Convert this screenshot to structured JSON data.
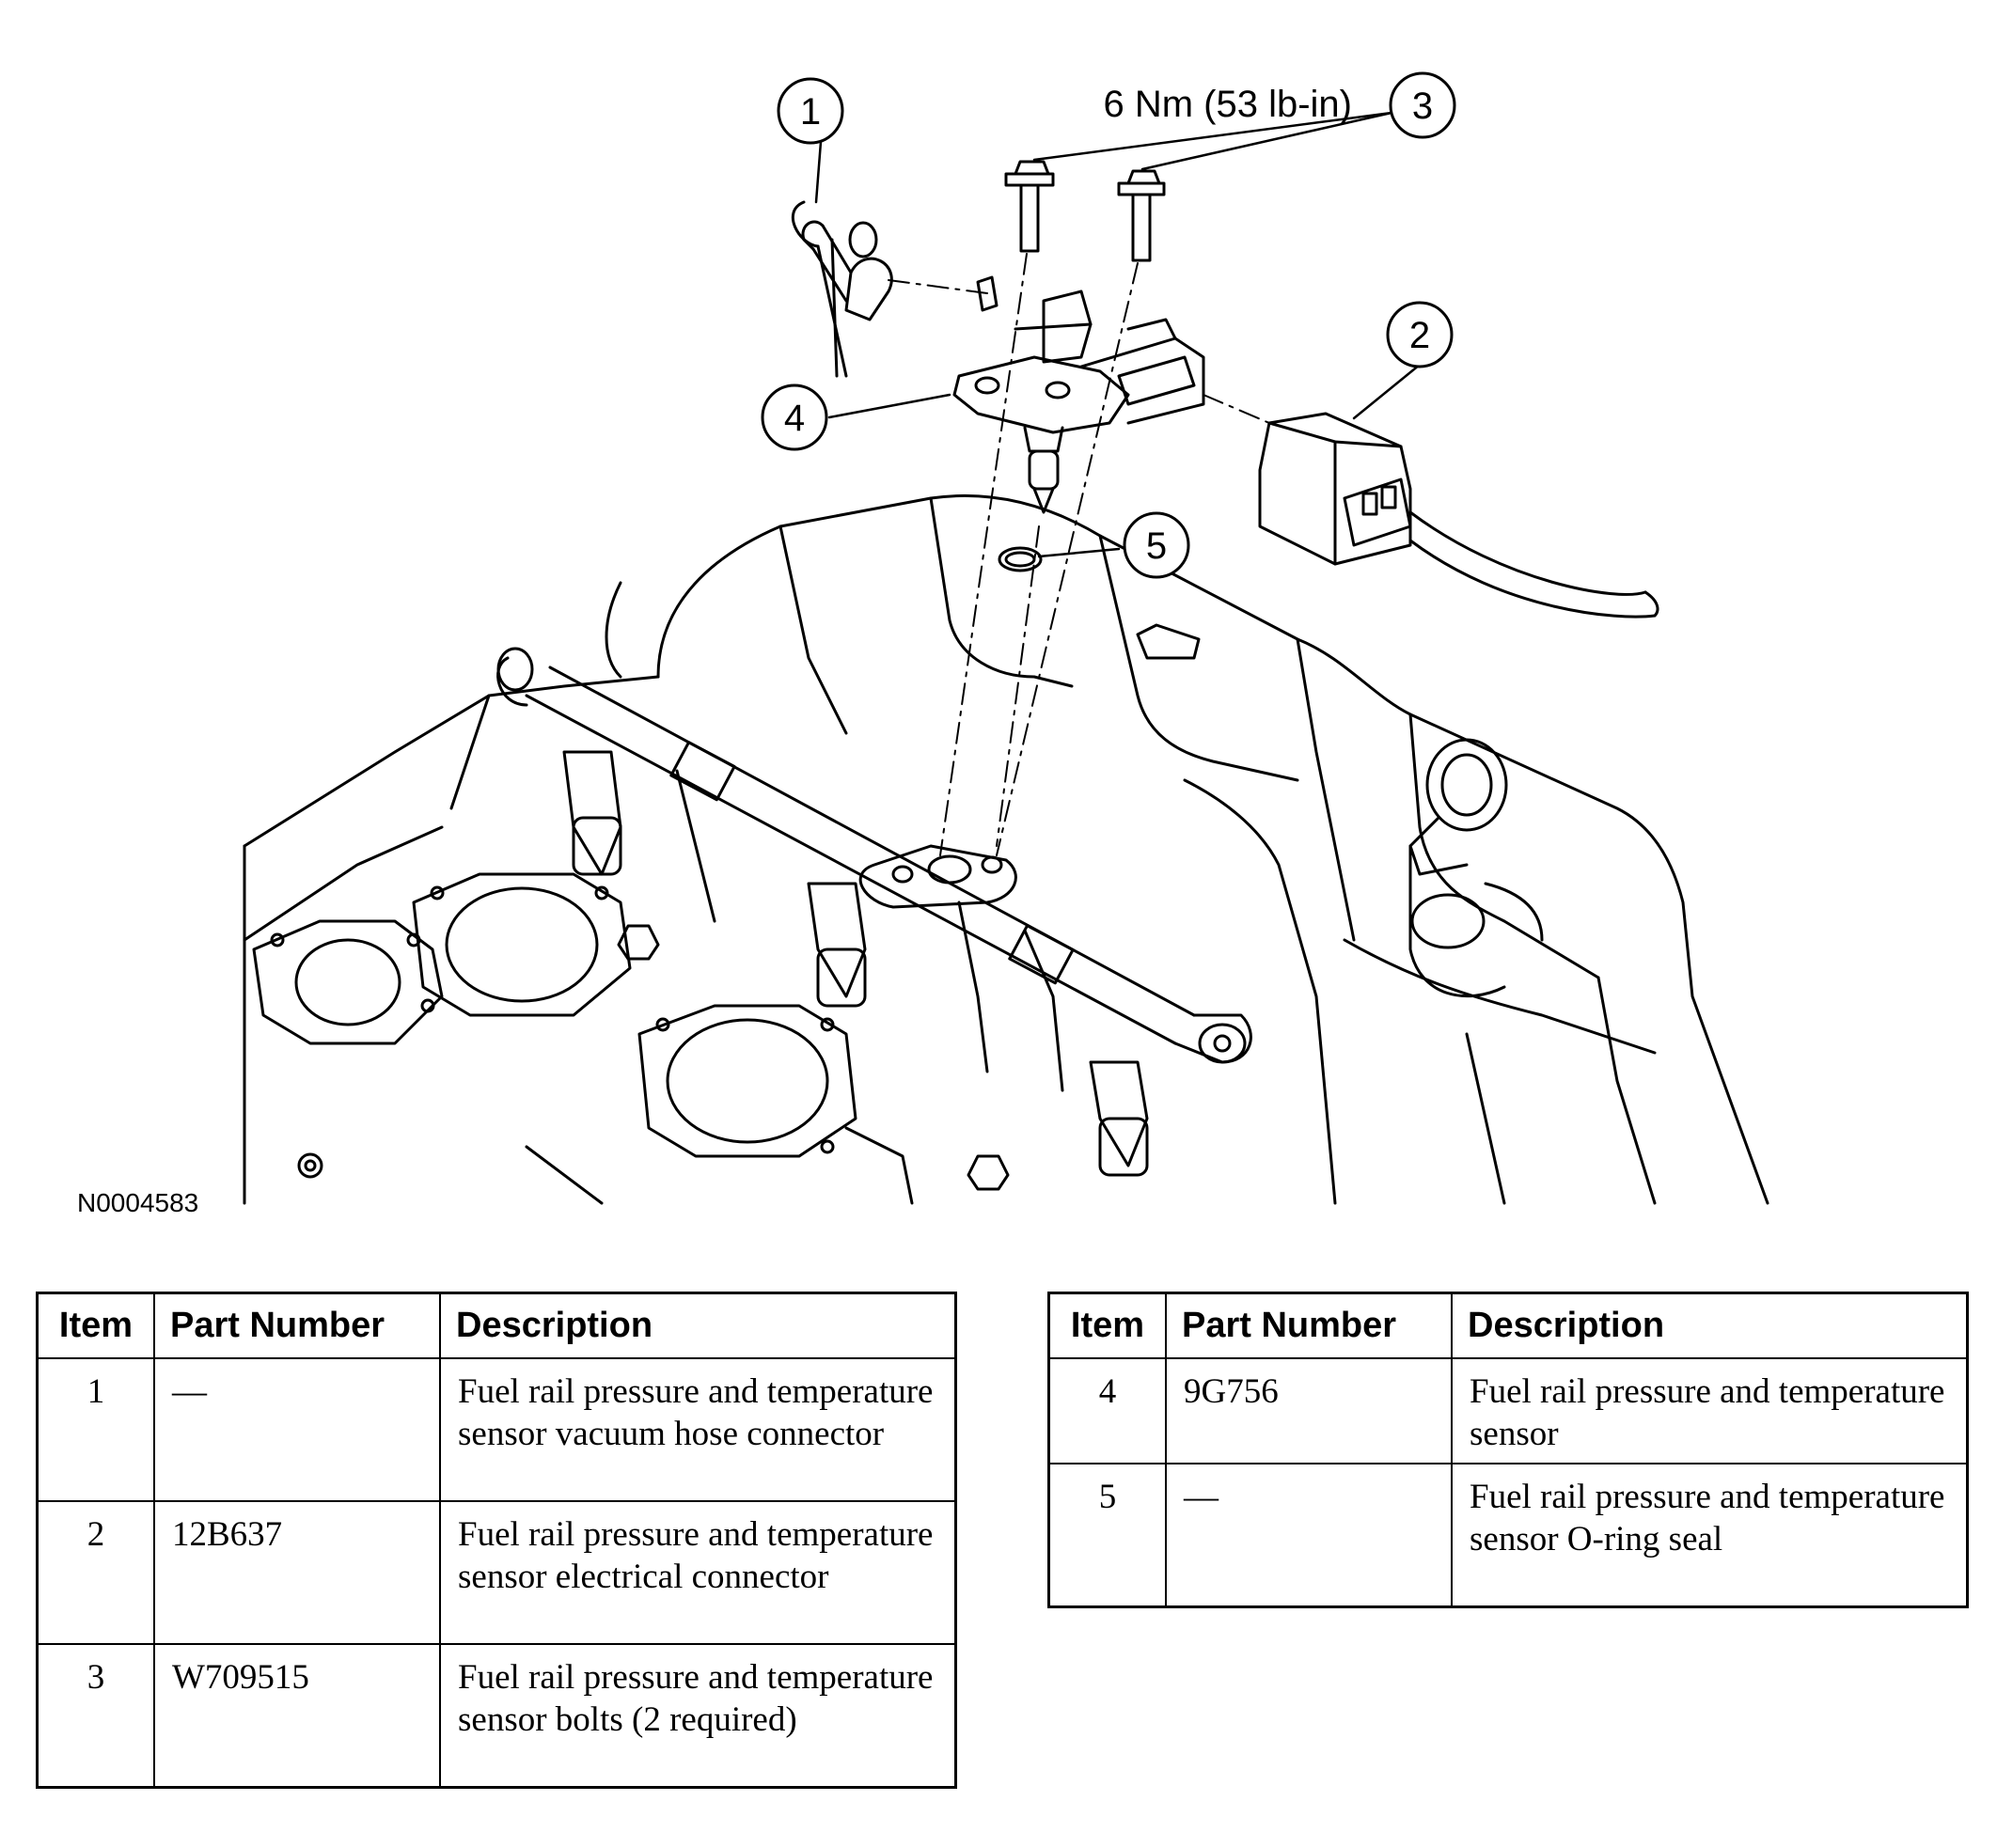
{
  "figure": {
    "id": "N0004583",
    "callouts": [
      "1",
      "2",
      "3",
      "4",
      "5"
    ],
    "torque_label": "6 Nm (53 lb-in)"
  },
  "tables": [
    {
      "headers": [
        "Item",
        "Part Number",
        "Description"
      ],
      "rows": [
        {
          "item": "1",
          "part": "—",
          "desc": "Fuel rail pressure and temperature sensor vacuum hose connector"
        },
        {
          "item": "2",
          "part": "12B637",
          "desc": "Fuel rail pressure and temperature sensor electrical connector"
        },
        {
          "item": "3",
          "part": "W709515",
          "desc": "Fuel rail pressure and temperature sensor bolts (2 required)"
        }
      ]
    },
    {
      "headers": [
        "Item",
        "Part Number",
        "Description"
      ],
      "rows": [
        {
          "item": "4",
          "part": "9G756",
          "desc": "Fuel rail pressure and temperature sensor"
        },
        {
          "item": "5",
          "part": "—",
          "desc": "Fuel rail pressure and temperature sensor O-ring seal"
        }
      ]
    }
  ]
}
